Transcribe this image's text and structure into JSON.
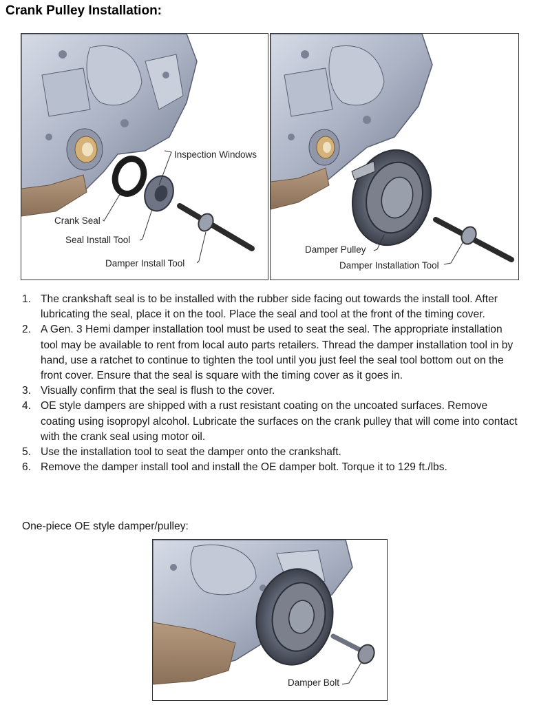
{
  "title": "Crank Pulley Installation:",
  "figure_left": {
    "labels": {
      "inspection_windows": "Inspection Windows",
      "crank_seal": "Crank Seal",
      "seal_install_tool": "Seal Install Tool",
      "damper_install_tool": "Damper Install Tool"
    }
  },
  "figure_right": {
    "labels": {
      "damper_pulley": "Damper Pulley",
      "damper_installation_tool": "Damper Installation Tool"
    }
  },
  "steps": [
    {
      "num": "1.",
      "text": "The crankshaft seal is to be installed with the rubber side facing out towards the install tool. After lubricating the seal, place it on the tool. Place the seal and tool at the front of the timing cover."
    },
    {
      "num": "2.",
      "text": "A Gen. 3 Hemi damper installation tool must be used to seat the seal. The appropriate installation tool may be available to rent from local auto parts retailers. Thread the damper installation tool in by hand, use a ratchet to continue to tighten the tool until you just feel the seal tool bottom out on the front cover. Ensure that the seal is square with the timing cover as it goes in."
    },
    {
      "num": "3.",
      "text": "Visually confirm that the seal is flush to the cover."
    },
    {
      "num": "4.",
      "text": "OE style dampers are shipped with a rust resistant coating on the uncoated surfaces. Remove coating using isopropyl alcohol. Lubricate the surfaces on the crank pulley that will come into contact with the crank seal using motor oil."
    },
    {
      "num": "5.",
      "text": "Use the installation tool to seat the damper onto the crankshaft."
    },
    {
      "num": "6.",
      "text": "Remove the damper install tool and install the OE damper bolt. Torque it to 129 ft./lbs."
    }
  ],
  "subheading": "One-piece OE style damper/pulley:",
  "figure_bottom": {
    "labels": {
      "damper_bolt": "Damper Bolt"
    }
  }
}
